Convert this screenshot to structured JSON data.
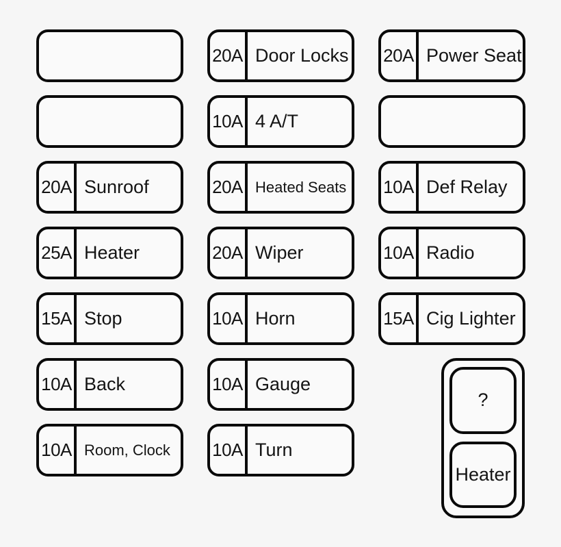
{
  "colors": {
    "background": "#f6f6f6",
    "box_fill": "#fafafa",
    "border": "#0a0a0a",
    "text": "#141414"
  },
  "columns": [
    {
      "items": [
        {
          "amp": "",
          "label": "",
          "empty": true
        },
        {
          "amp": "",
          "label": "",
          "empty": true
        },
        {
          "amp": "20A",
          "label": "Sunroof"
        },
        {
          "amp": "25A",
          "label": "Heater"
        },
        {
          "amp": "15A",
          "label": "Stop"
        },
        {
          "amp": "10A",
          "label": "Back"
        },
        {
          "amp": "10A",
          "label": "Room, Clock"
        }
      ]
    },
    {
      "items": [
        {
          "amp": "20A",
          "label": "Door Locks"
        },
        {
          "amp": "10A",
          "label": "4 A/T"
        },
        {
          "amp": "20A",
          "label": "Heated Seats"
        },
        {
          "amp": "20A",
          "label": "Wiper"
        },
        {
          "amp": "10A",
          "label": "Horn"
        },
        {
          "amp": "10A",
          "label": "Gauge"
        },
        {
          "amp": "10A",
          "label": "Turn"
        }
      ]
    },
    {
      "items": [
        {
          "amp": "20A",
          "label": "Power Seat"
        },
        {
          "amp": "",
          "label": "",
          "empty": true
        },
        {
          "amp": "10A",
          "label": "Def Relay"
        },
        {
          "amp": "10A",
          "label": "Radio"
        },
        {
          "amp": "15A",
          "label": "Cig Lighter"
        }
      ]
    }
  ],
  "relay_block": {
    "top_label": "?",
    "bottom_label": "Heater"
  }
}
